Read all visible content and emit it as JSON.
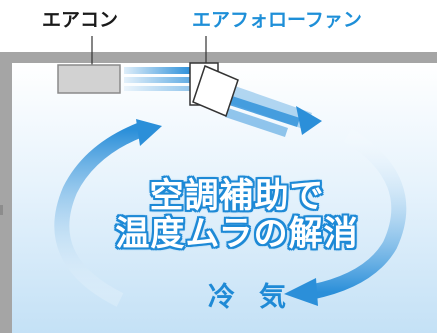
{
  "labels": {
    "air_conditioner": "エアコン",
    "air_follow_fan": "エアフォローファン"
  },
  "main_text": {
    "line1": "空調補助で",
    "line2": "温度ムラの解消"
  },
  "cold_air": "冷気",
  "colors": {
    "room_wall": "#a5a5a5",
    "room_top": "#ffffff",
    "room_bottom": "#c7e3f7",
    "air_flow": "#2b8fd9",
    "fan_label": "#1e8fd8",
    "text_outline": "#1f8ad6"
  }
}
